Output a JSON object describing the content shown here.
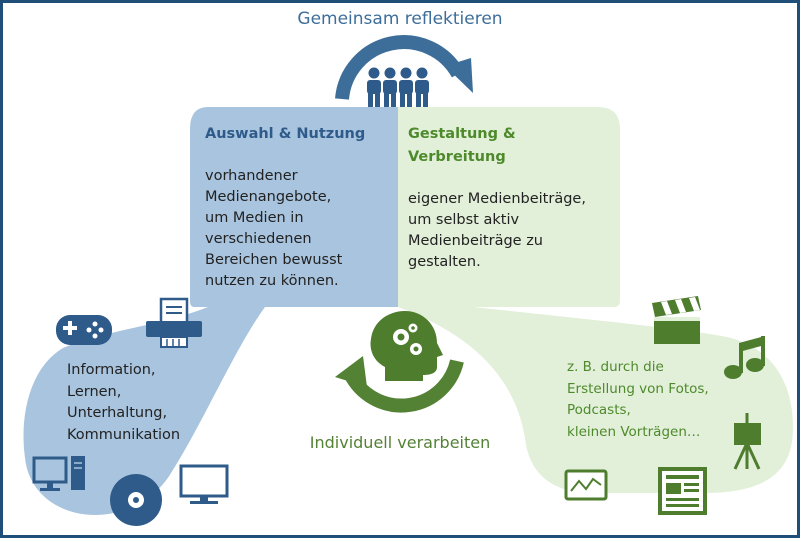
{
  "top_label": "Gemeinsam reflektieren",
  "bottom_label": "Individuell verarbeiten",
  "left_panel": {
    "heading": "Auswahl & Nutzung",
    "body_lines": [
      "vorhandener",
      "Medienangebote,",
      "um Medien in",
      "verschiedenen",
      "Bereichen bewusst",
      "nutzen zu können."
    ]
  },
  "right_panel": {
    "heading_lines": [
      "Gestaltung &",
      "Verbreitung"
    ],
    "body_lines": [
      "eigener Medienbeiträge,",
      "um selbst aktiv",
      "Medienbeiträge zu",
      "gestalten."
    ]
  },
  "left_bubble": {
    "items": [
      "Information,",
      "Lernen,",
      "Unterhaltung,",
      "Kommunikation"
    ]
  },
  "right_bubble": {
    "lines": [
      "z. B. durch die",
      "Erstellung von Fotos,",
      "Podcasts,",
      "kleinen Vorträgen…"
    ]
  },
  "icons": {
    "left": [
      "gamepad-icon",
      "printer-icon",
      "desktop-computer-icon",
      "cd-disc-icon",
      "monitor-icon"
    ],
    "right": [
      "clapperboard-icon",
      "music-note-icon",
      "easel-icon",
      "tablet-chart-icon",
      "newspaper-icon"
    ],
    "center": [
      "people-group-icon",
      "head-gears-icon"
    ]
  },
  "colors": {
    "frame": "#1f4e79",
    "blue_panel": "#a9c4de",
    "green_panel": "#e2efd9",
    "blue_arrow": "#3d6e9a",
    "green_arrow": "#548235",
    "icon_blue": "#2e5b8a",
    "icon_green": "#4e7d2e"
  }
}
